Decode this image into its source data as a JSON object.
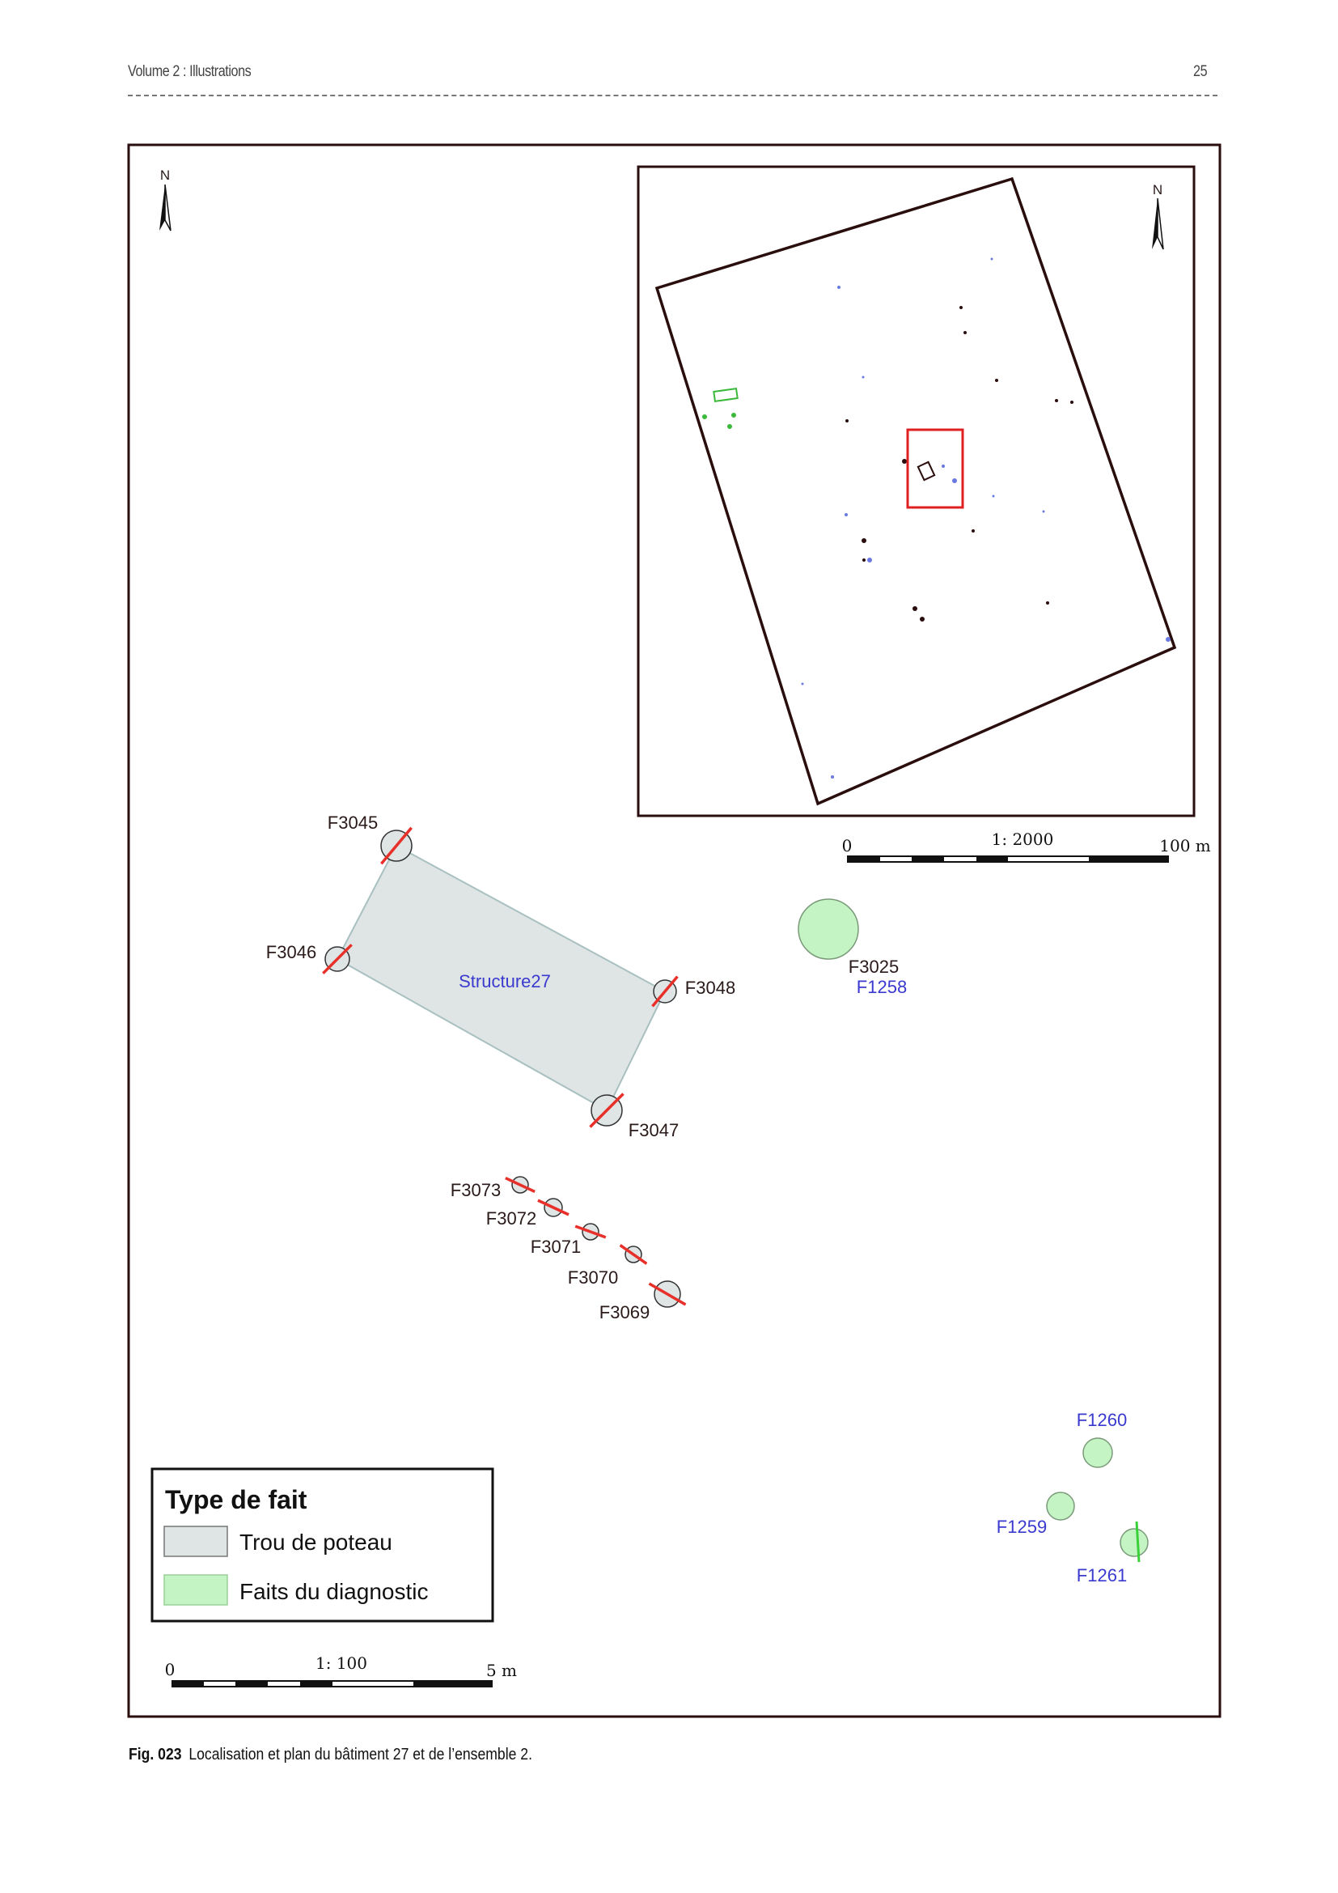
{
  "header": {
    "left": "Volume 2 : Illustrations",
    "page_number": "25"
  },
  "map": {
    "north_label": "N",
    "inset": {
      "north_label": "N",
      "scale": {
        "start": "0",
        "ratio": "1: 2000",
        "end": "100 m"
      }
    },
    "structure_label": "Structure27",
    "postholes": [
      {
        "id": "F3045"
      },
      {
        "id": "F3046"
      },
      {
        "id": "F3048"
      },
      {
        "id": "F3047"
      },
      {
        "id": "F3073"
      },
      {
        "id": "F3072"
      },
      {
        "id": "F3071"
      },
      {
        "id": "F3070"
      },
      {
        "id": "F3069"
      }
    ],
    "diagnostic": [
      {
        "id": "F3025",
        "alt": "F1258"
      },
      {
        "id": "F1260"
      },
      {
        "id": "F1259"
      },
      {
        "id": "F1261"
      }
    ],
    "legend": {
      "title": "Type de fait",
      "items": [
        {
          "label": "Trou de poteau",
          "color": "#dfe4e4"
        },
        {
          "label": "Faits du diagnostic",
          "color": "#c4f4c4"
        }
      ]
    },
    "scale": {
      "start": "0",
      "ratio": "1: 100",
      "end": "5 m"
    }
  },
  "caption": {
    "fig": "Fig. 023",
    "text": "Localisation et plan du bâtiment 27 et de l’ensemble 2."
  }
}
